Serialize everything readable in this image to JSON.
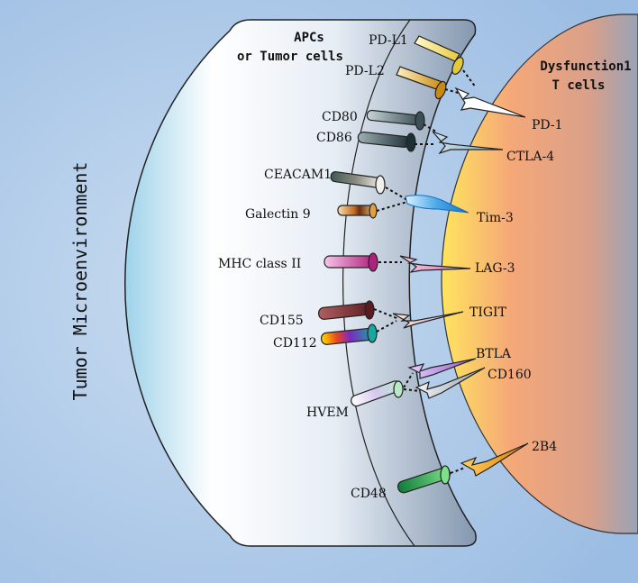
{
  "environment_label": "Tumor Microenvironment",
  "apc_header": {
    "line1": "APCs",
    "line2": "or Tumor cells"
  },
  "tcell_header": {
    "line1": "Dysfunction1",
    "line2": "T cells"
  },
  "ligands": {
    "pdl1": "PD-L1",
    "pdl2": "PD-L2",
    "cd80": "CD80",
    "cd86": "CD86",
    "ceacam1": "CEACAM1",
    "galectin9": "Galectin 9",
    "mhc2": "MHC class II",
    "cd155": "CD155",
    "cd112": "CD112",
    "hvem": "HVEM",
    "cd48": "CD48"
  },
  "receptors": {
    "pd1": "PD-1",
    "ctla4": "CTLA-4",
    "tim3": "Tim-3",
    "lag3": "LAG-3",
    "tigit": "TIGIT",
    "btla": "BTLA",
    "cd160": "CD160",
    "2b4": "2B4"
  },
  "colors": {
    "background": "#a9c6e6",
    "apc_cell_edge": "#7f94ad",
    "tcell_inner": "#ffe166",
    "tcell_outer": "#9aa4b8"
  }
}
